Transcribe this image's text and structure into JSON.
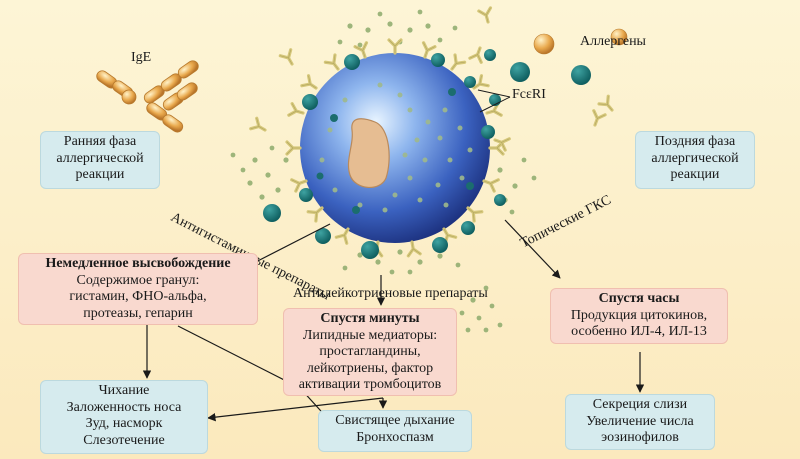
{
  "labels": {
    "ige": "IgE",
    "allergens": "Аллергены",
    "fceri": "FcεRI",
    "antihistamine": "Антигистаминные препараты",
    "antileukotriene": "Антилейкотриеновые препараты",
    "topical_gcs": "Топические ГКС"
  },
  "phases": {
    "early": [
      "Ранняя фаза",
      "аллергической",
      "реакции"
    ],
    "late": [
      "Поздняя фаза",
      "аллергической",
      "реакции"
    ]
  },
  "immediate": {
    "title": "Немедленное высвобождение",
    "lines": [
      "Содержимое гранул:",
      "гистамин, ФНО-альфа,",
      "протеазы, гепарин"
    ]
  },
  "minutes": {
    "title": "Спустя минуты",
    "lines": [
      "Липидные медиаторы:",
      "простагландины,",
      "лейкотриены, фактор",
      "активации тромбоцитов"
    ]
  },
  "hours": {
    "title": "Спустя часы",
    "lines": [
      "Продукция цитокинов,",
      "особенно ИЛ-4, ИЛ-13"
    ]
  },
  "symptoms_left": [
    "Чихание",
    "Заложенность носа",
    "Зуд, насморк",
    "Слезотечение"
  ],
  "symptoms_center": [
    "Свистящее дыхание",
    "Бронхоспазм"
  ],
  "symptoms_right": [
    "Секреция слизи",
    "Увеличение числа",
    "эозинофилов"
  ],
  "colors": {
    "background": "#fcefc8",
    "cell": "#3f66c0",
    "allergen": "#e8a850",
    "granule_dark": "#17706f",
    "receptor": "#d5c77a",
    "blue_box": "#d6ebee",
    "pink_box": "#f9d9cf"
  }
}
